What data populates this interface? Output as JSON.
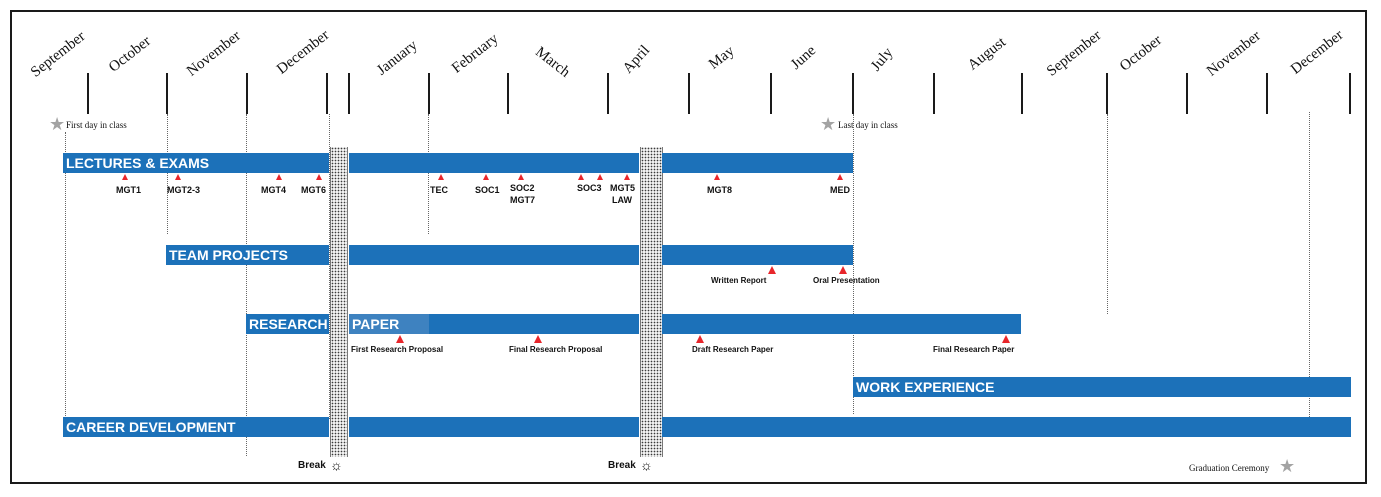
{
  "months": [
    "September",
    "October",
    "November",
    "December",
    "January",
    "February",
    "March",
    "April",
    "May",
    "June",
    "July",
    "August",
    "September",
    "October",
    "November",
    "December"
  ],
  "notes": {
    "first_day": "First day in class",
    "last_day": "Last day in class",
    "graduation": "Graduation Ceremony"
  },
  "breaks": {
    "label": "Break"
  },
  "tracks": {
    "lectures": "LECTURES & EXAMS",
    "team": "TEAM PROJECTS",
    "research": "RESEARCH",
    "paper": "PAPER",
    "work": "WORK EXPERIENCE",
    "career": "CAREER DEVELOPMENT"
  },
  "exams": [
    "MGT1",
    "MGT2-3",
    "MGT4",
    "MGT6",
    "TEC",
    "SOC1",
    "SOC2",
    "MGT7",
    "SOC3",
    "MGT5",
    "LAW",
    "MGT8",
    "MED"
  ],
  "team_milestones": [
    "Written Report",
    "Oral Presentation"
  ],
  "research_milestones": [
    "First Research Proposal",
    "Final Research Proposal",
    "Draft Research Paper",
    "Final Research Paper"
  ],
  "colors": {
    "bar": "#1c71b9",
    "marker": "#e8262b",
    "star": "#a3a3a3"
  }
}
